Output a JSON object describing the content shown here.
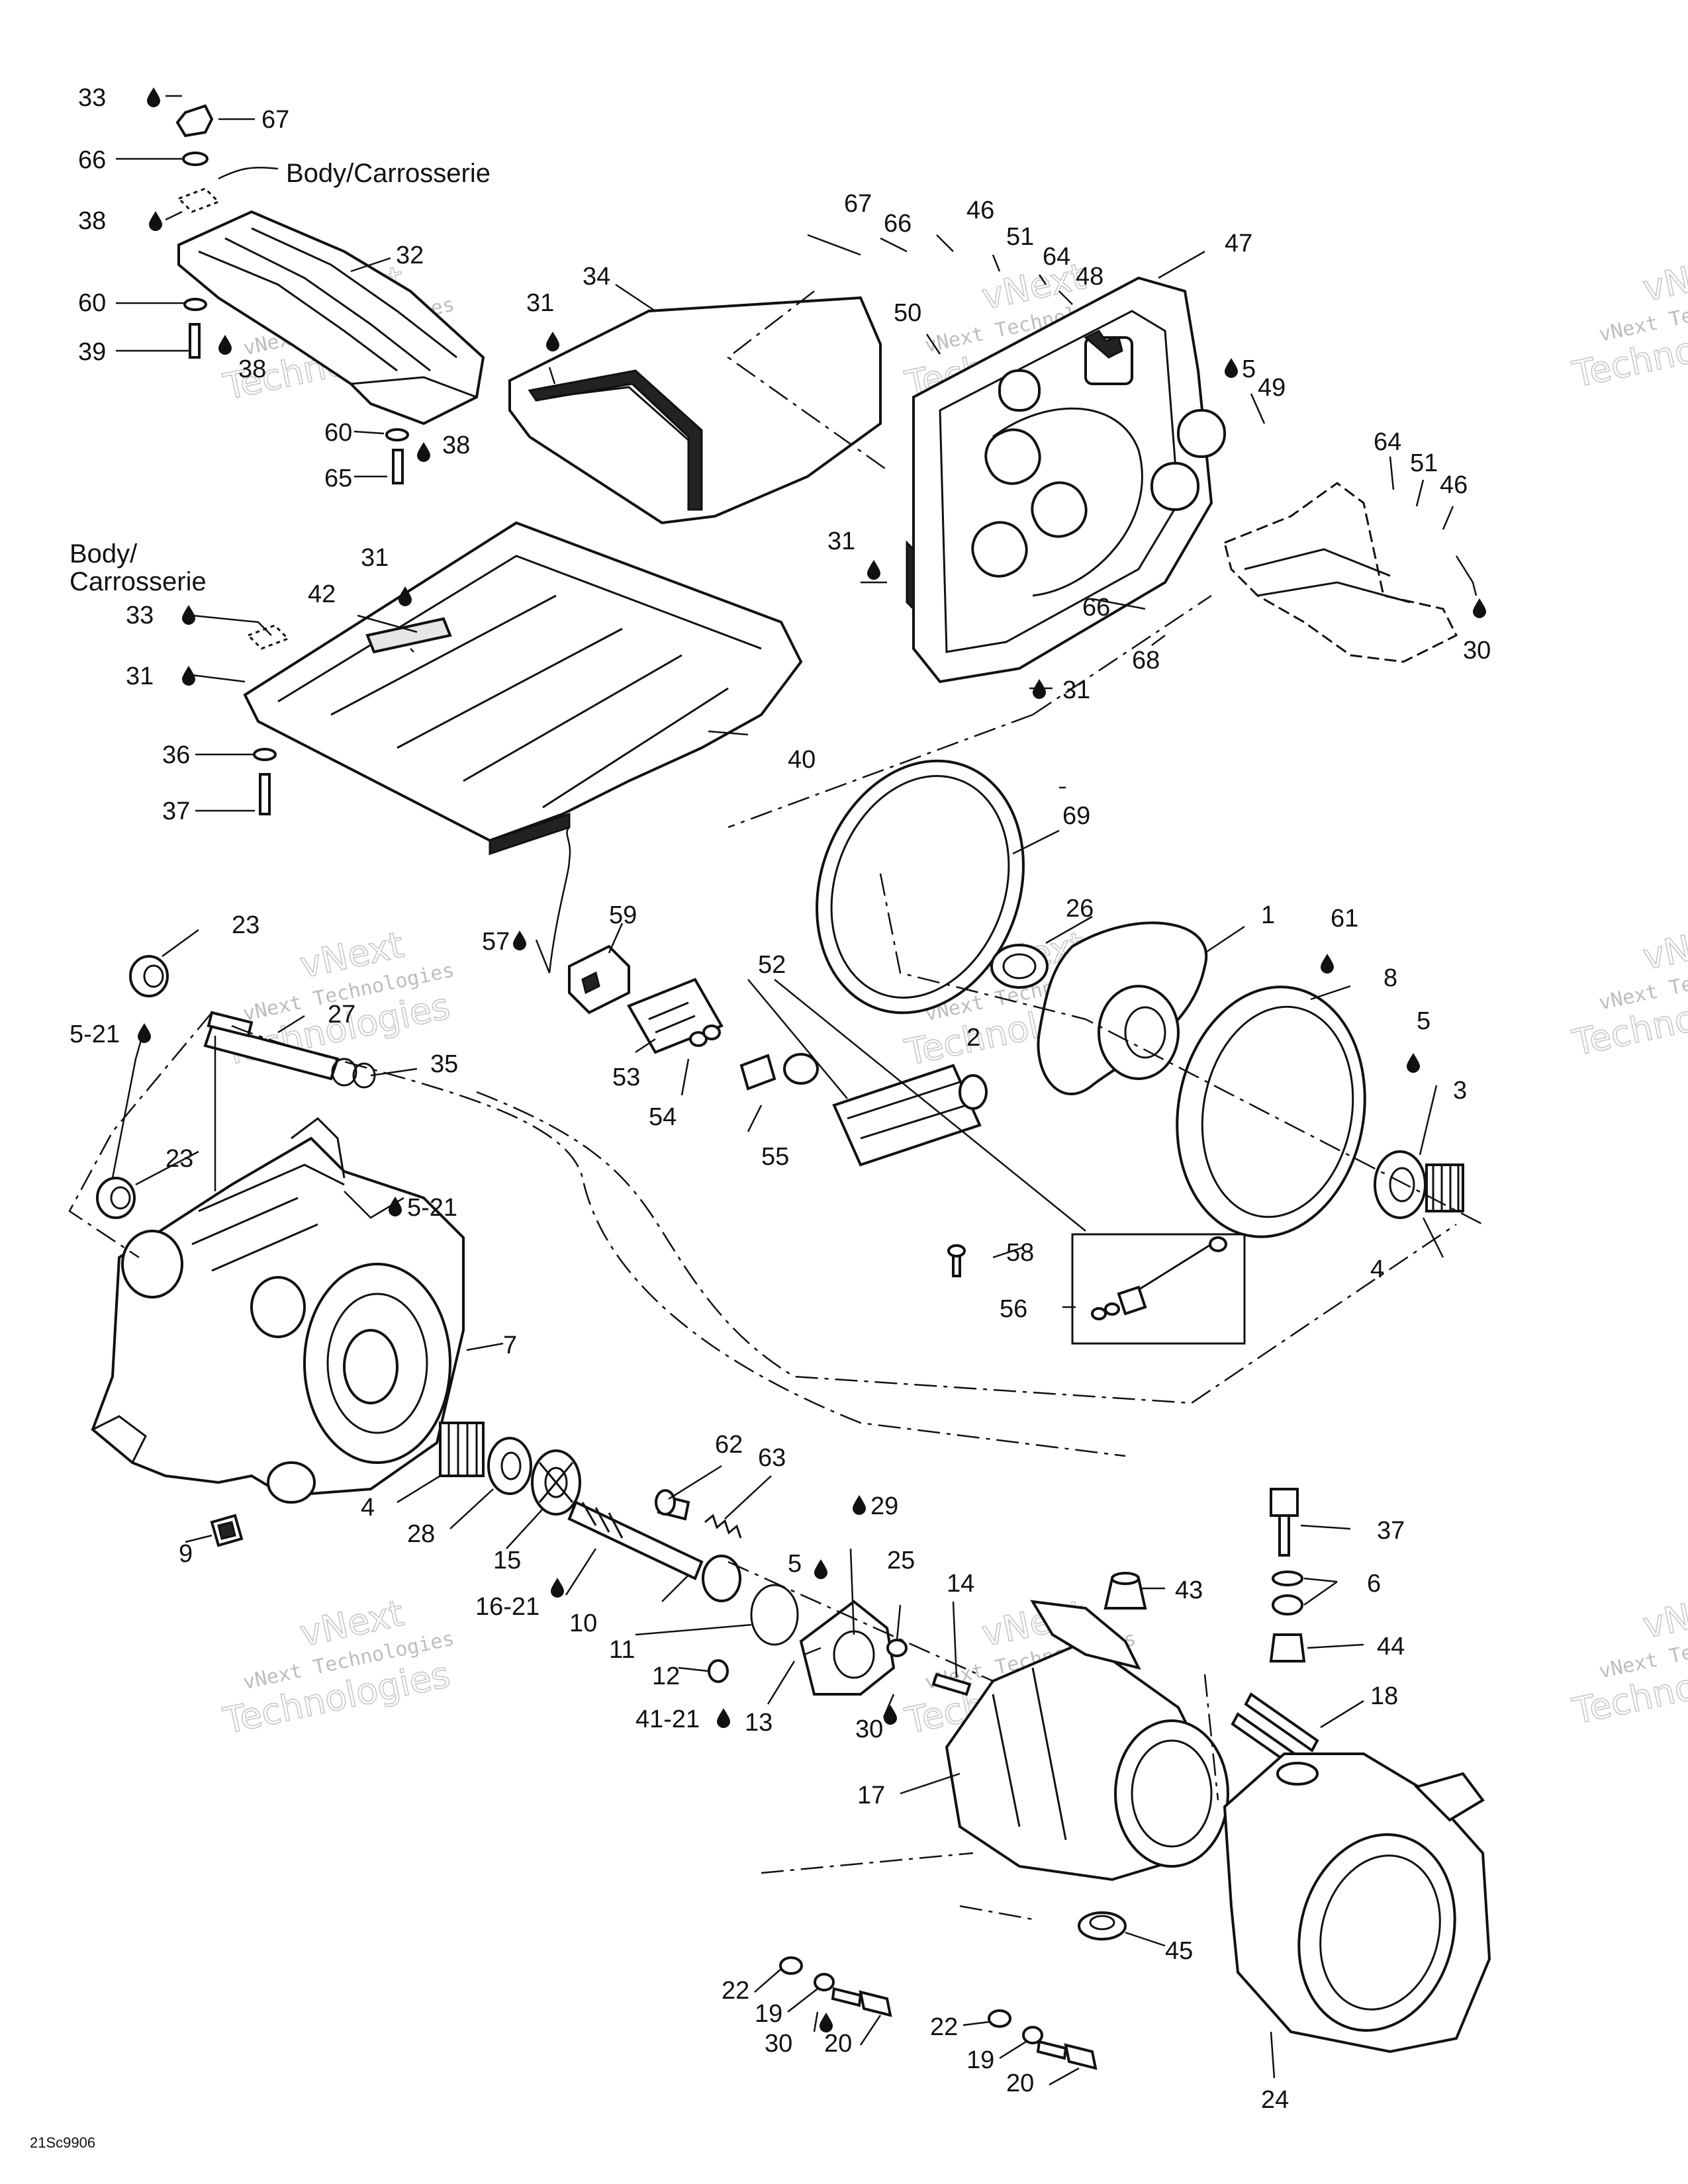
{
  "diagram_code": "21Sc9906",
  "body_label_1": "Body/Carrosserie",
  "body_label_2_line1": "Body/",
  "body_label_2_line2": "Carrosserie",
  "watermark_small": "vNext Technologies",
  "watermark_large_1": "vNext",
  "watermark_large_2": "Technologies",
  "callouts": {
    "c1": "1",
    "c2": "2",
    "c3": "3",
    "c4a": "4",
    "c4b": "4",
    "c5a": "5",
    "c5b": "5",
    "c5c": "5",
    "c5_21a": "5-21",
    "c5_21b": "5-21",
    "c6": "6",
    "c7": "7",
    "c8": "8",
    "c9": "9",
    "c10": "10",
    "c11": "11",
    "c12": "12",
    "c13": "13",
    "c14": "14",
    "c15": "15",
    "c16_21": "16-21",
    "c17": "17",
    "c18": "18",
    "c19a": "19",
    "c19b": "19",
    "c20a": "20",
    "c20b": "20",
    "c22a": "22",
    "c22b": "22",
    "c23a": "23",
    "c23b": "23",
    "c24": "24",
    "c25": "25",
    "c26": "26",
    "c27": "27",
    "c28": "28",
    "c29": "29",
    "c30a": "30",
    "c30b": "30",
    "c30c": "30",
    "c31a": "31",
    "c31b": "31",
    "c31c": "31",
    "c31d": "31",
    "c31e": "31",
    "c32": "32",
    "c33a": "33",
    "c33b": "33",
    "c34": "34",
    "c35": "35",
    "c36": "36",
    "c37a": "37",
    "c37b": "37",
    "c38a": "38",
    "c38b": "38",
    "c38c": "38",
    "c39": "39",
    "c40": "40",
    "c41_21": "41-21",
    "c42": "42",
    "c43": "43",
    "c44": "44",
    "c45": "45",
    "c46a": "46",
    "c46b": "46",
    "c47": "47",
    "c48": "48",
    "c49": "49",
    "c50": "50",
    "c51a": "51",
    "c51b": "51",
    "c52": "52",
    "c53": "53",
    "c54": "54",
    "c55": "55",
    "c56": "56",
    "c57": "57",
    "c58": "58",
    "c59": "59",
    "c60a": "60",
    "c60b": "60",
    "c61": "61",
    "c62": "62",
    "c63": "63",
    "c64a": "64",
    "c64b": "64",
    "c65": "65",
    "c66a": "66",
    "c66b": "66",
    "c66c": "66",
    "c67a": "67",
    "c67b": "67",
    "c68": "68",
    "c69": "69"
  }
}
